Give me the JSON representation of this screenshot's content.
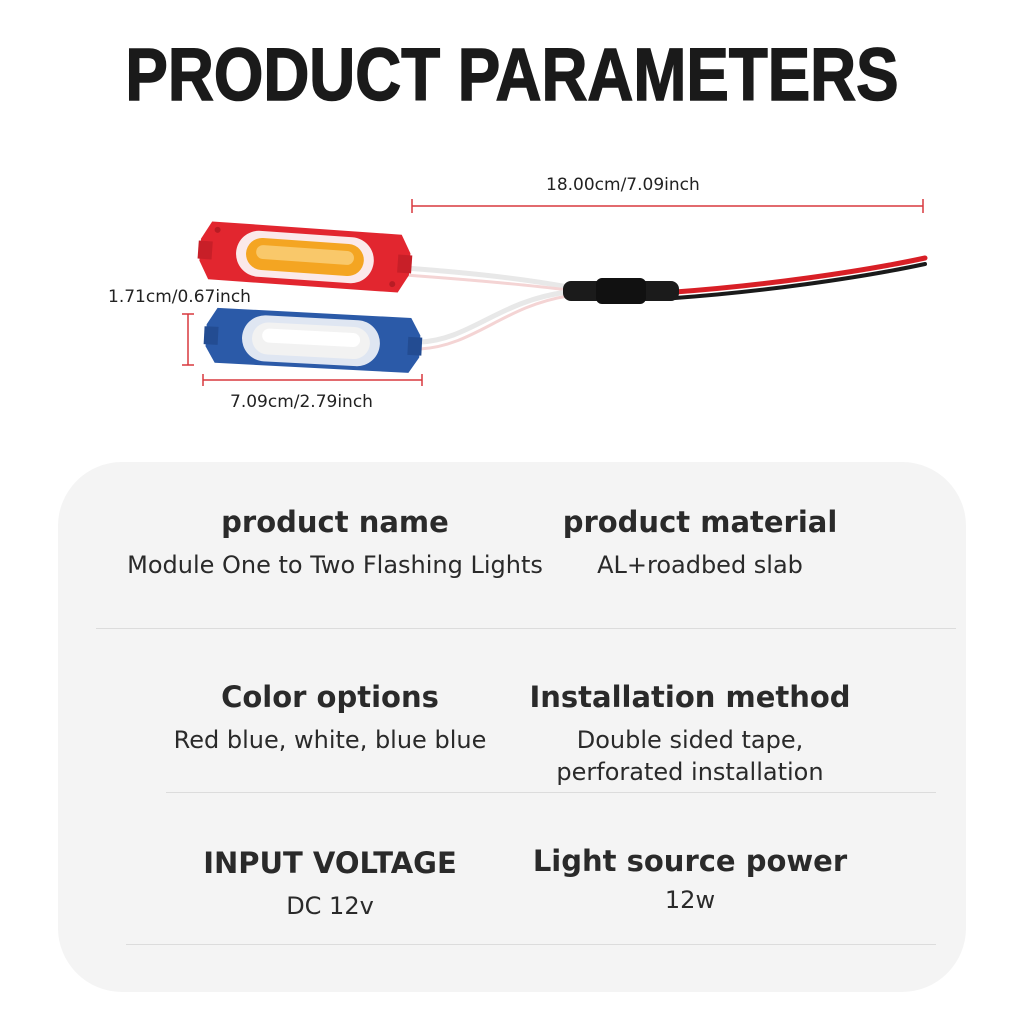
{
  "header": {
    "title": "PRODUCT PARAMETERS"
  },
  "dimensions": {
    "cable_length": "18.00cm/7.09inch",
    "module_height": "1.71cm/0.67inch",
    "module_width": "7.09cm/2.79inch"
  },
  "colors": {
    "dimension_line": "#d9383e",
    "red_module": "#e2262f",
    "blue_module": "#2b5aa8",
    "amber_light": "#f4a522",
    "white_light": "#f2f2f2",
    "panel_bg": "#f4f4f4"
  },
  "specs": [
    {
      "label": "product name",
      "value": "Module One to Two Flashing Lights"
    },
    {
      "label": "product material",
      "value": "AL+roadbed slab"
    },
    {
      "label": "Color options",
      "value": "Red blue, white, blue blue"
    },
    {
      "label": "Installation method",
      "value": "Double sided tape,",
      "value2": "perforated installation"
    },
    {
      "label": "INPUT VOLTAGE",
      "value": "DC 12v"
    },
    {
      "label": "Light source power",
      "value": "12w"
    }
  ]
}
